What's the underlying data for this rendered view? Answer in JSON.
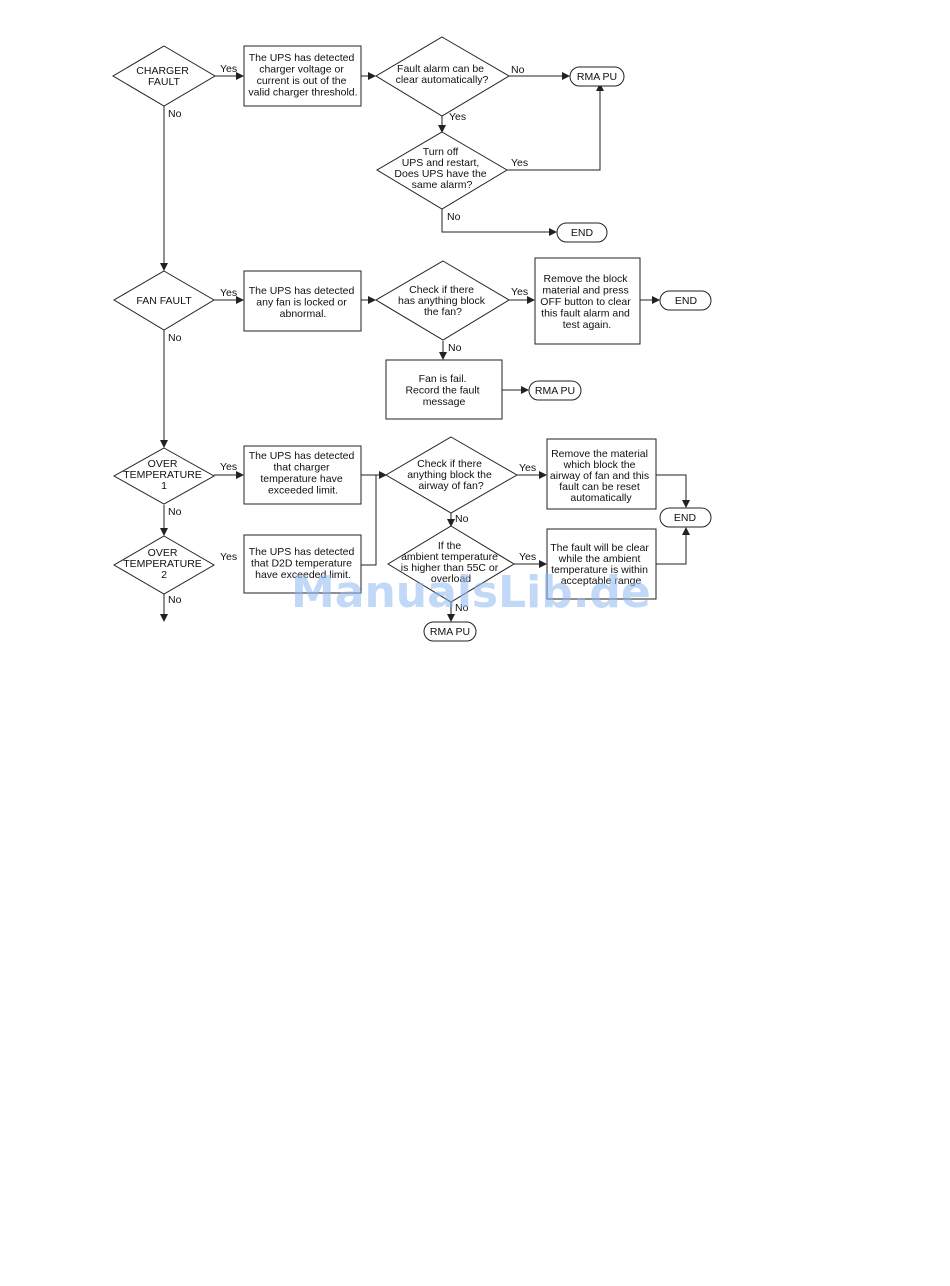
{
  "watermark": "ManualsLib.de",
  "edge_labels": {
    "yes": "Yes",
    "no": "No"
  },
  "charger_fault": {
    "decision": [
      "CHARGER",
      "FAULT"
    ],
    "detect": [
      "The UPS has detected",
      "charger voltage or",
      "current is out of the",
      "valid charger threshold."
    ],
    "clear_question": [
      "Fault alarm can be",
      "clear automatically?"
    ],
    "restart_question": [
      "Turn off",
      "UPS and restart,",
      "Does UPS have the",
      "same alarm?"
    ],
    "rma": "RMA PU",
    "end": "END"
  },
  "fan_fault": {
    "decision": [
      "FAN FAULT"
    ],
    "detect": [
      "The UPS has detected",
      "any fan is locked or",
      "abnormal."
    ],
    "question": [
      "Check if there",
      "has anything block",
      "the fan?"
    ],
    "remove": [
      "Remove the block",
      "material and press",
      "OFF button to clear",
      "this fault alarm and",
      "test again."
    ],
    "fail": [
      "Fan is fail.",
      "Record the fault",
      "message"
    ],
    "end": "END",
    "rma": "RMA PU"
  },
  "over_temperature": {
    "decision1": [
      "OVER",
      "TEMPERATURE",
      "1"
    ],
    "detect1": [
      "The UPS has detected",
      "that charger",
      "temperature have",
      "exceeded limit."
    ],
    "decision2": [
      "OVER",
      "TEMPERATURE",
      "2"
    ],
    "detect2": [
      "The UPS has detected",
      "that D2D temperature",
      "have exceeded limit."
    ],
    "question1": [
      "Check if there",
      "anything block the",
      "airway of fan?"
    ],
    "remove": [
      "Remove the material",
      "which block the",
      "airway of fan and this",
      "fault can be reset",
      "automatically"
    ],
    "question2": [
      "If the",
      "ambient temperature",
      "is higher than 55C or",
      "overload"
    ],
    "clear": [
      "The fault will be clear",
      "while the ambient",
      "temperature is within",
      "acceptable range"
    ],
    "end": "END",
    "rma": "RMA PU"
  }
}
